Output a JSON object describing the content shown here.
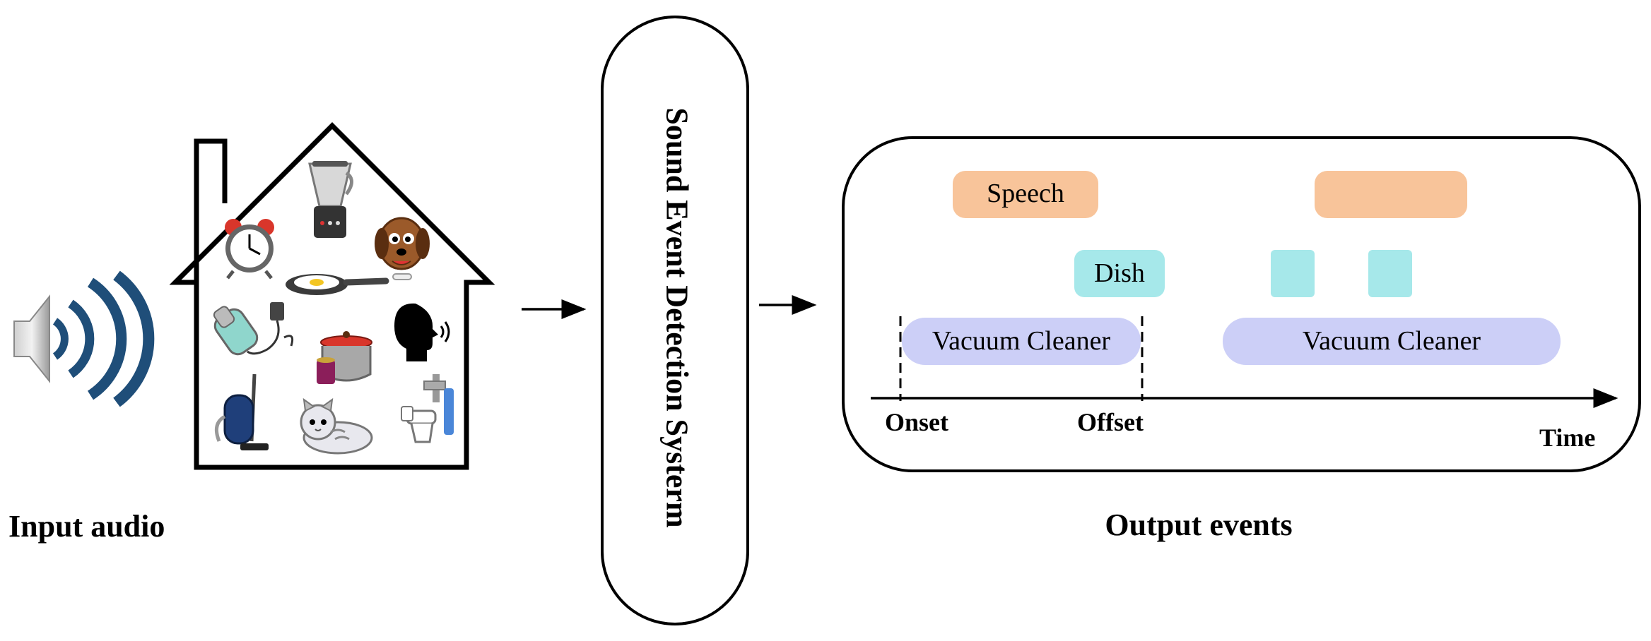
{
  "input_label": "Input audio",
  "system_label": "Sound Event Detection Systerm",
  "output_label": "Output events",
  "timeline": {
    "onset_label": "Onset",
    "offset_label": "Offset",
    "time_label": "Time"
  },
  "events": {
    "speech_1": "Speech",
    "speech_2": "",
    "dish_1": "Dish",
    "dish_2": "",
    "dish_3": "",
    "vacuum_1": "Vacuum Cleaner",
    "vacuum_2": "Vacuum Cleaner"
  },
  "colors": {
    "speech": "#f8c49a",
    "dish": "#a6e8ea",
    "vacuum": "#cccff7",
    "speaker_blue": "#1f4e79"
  },
  "icons": [
    "speaker-icon",
    "house-icon",
    "blender-icon",
    "alarm-clock-icon",
    "dog-icon",
    "frying-pan-icon",
    "shaver-icon",
    "speaking-person-icon",
    "cooking-pot-icon",
    "vacuum-cleaner-icon",
    "cat-icon",
    "faucet-toilet-icon"
  ]
}
